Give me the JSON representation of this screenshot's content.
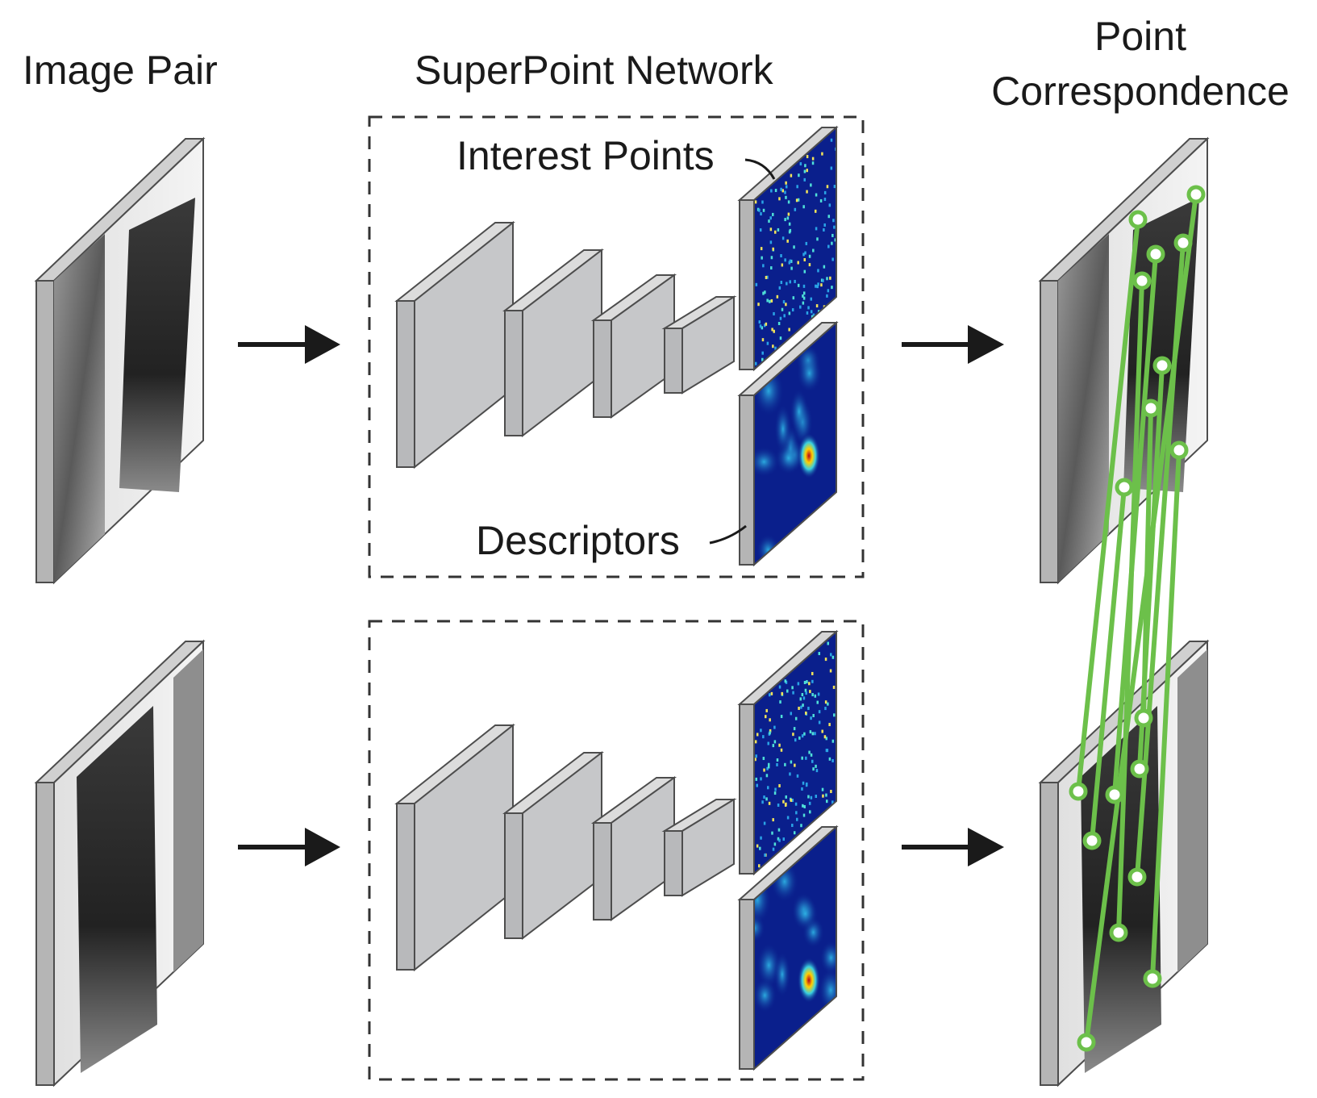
{
  "labels": {
    "image_pair": "Image Pair",
    "network": "SuperPoint Network",
    "correspondence_line1": "Point",
    "correspondence_line2": "Correspondence",
    "interest_points": "Interest Points",
    "descriptors": "Descriptors"
  },
  "colors": {
    "background": "#ffffff",
    "layer_face": "#c6c7c9",
    "layer_edge": "#4d4d4d",
    "heatmap_low": "#0a1f8c",
    "heatmap_hot": "#d81b1b",
    "match_line": "#6cc04a",
    "arrow": "#1a1a1a",
    "dashed_box": "#333333"
  },
  "icons": [
    "right-arrow-icon",
    "cnn-layer-block",
    "heatmap-panel",
    "match-keypoint-icon"
  ]
}
